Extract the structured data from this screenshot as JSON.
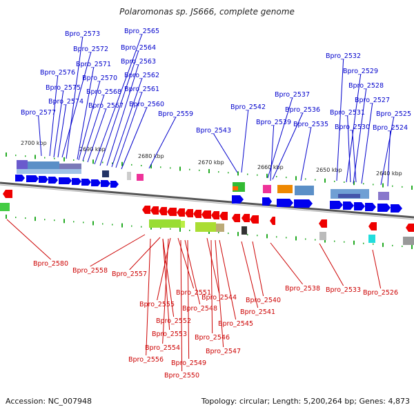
{
  "title": "Polaromonas sp. JS666, complete genome",
  "accession": "Accession: NC_007948",
  "summary": "Topology: circular; Length: 5,200,264 bp; Genes: 4,873",
  "colors": {
    "plus_label": "#0000cc",
    "minus_label": "#cc0000",
    "plus_arrow": "#0000ee",
    "minus_arrow": "#ee0000",
    "backbone": "#555555",
    "tick": "#22aa22"
  },
  "scale_labels": [
    "2700 kbp",
    "2690 kbp",
    "2680 kbp",
    "2670 kbp",
    "2660 kbp",
    "2650 kbp",
    "2640 kbp"
  ],
  "top_genes": [
    "Bpro_2573",
    "Bpro_2565",
    "Bpro_2572",
    "Bpro_2564",
    "Bpro_2571",
    "Bpro_2563",
    "Bpro_2576",
    "Bpro_2570",
    "Bpro_2562",
    "Bpro_2575",
    "Bpro_2568",
    "Bpro_2561",
    "Bpro_2574",
    "Bpro_2567",
    "Bpro_2560",
    "Bpro_2577",
    "Bpro_2559",
    "Bpro_2542",
    "Bpro_2543",
    "Bpro_2537",
    "Bpro_2536",
    "Bpro_2539",
    "Bpro_2535",
    "Bpro_2532",
    "Bpro_2529",
    "Bpro_2528",
    "Bpro_2527",
    "Bpro_2531",
    "Bpro_2525",
    "Bpro_2530",
    "Bpro_2524"
  ],
  "bottom_genes": [
    "Bpro_2580",
    "Bpro_2558",
    "Bpro_2557",
    "Bpro_2540",
    "Bpro_2538",
    "Bpro_2533",
    "Bpro_2526",
    "Bpro_2551",
    "Bpro_2555",
    "Bpro_2544",
    "Bpro_2548",
    "Bpro_2541",
    "Bpro_2552",
    "Bpro_2545",
    "Bpro_2553",
    "Bpro_2546",
    "Bpro_2554",
    "Bpro_2547",
    "Bpro_2556",
    "Bpro_2549",
    "Bpro_2550"
  ]
}
